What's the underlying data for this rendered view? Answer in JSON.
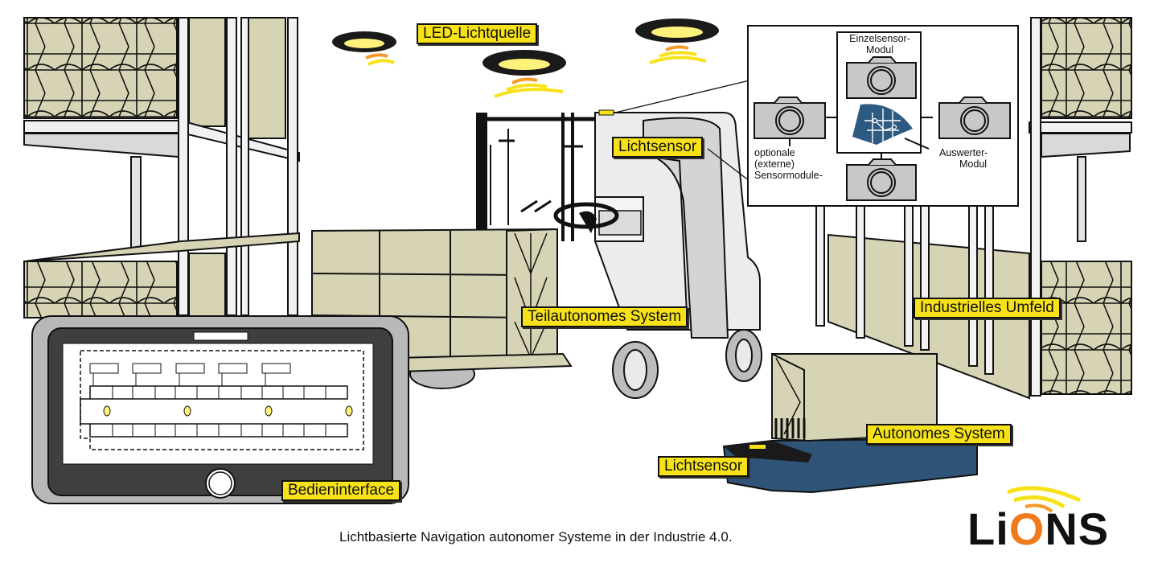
{
  "title": "Lichtbasierte Navigation autonomer Systeme in der Industrie 4.0.",
  "labels": {
    "led_light_source": "LED-Lichtquelle",
    "light_sensor_forklift": "Lichtsensor",
    "semi_autonomous_system": "Teilautonomes System",
    "industrial_environment": "Industrielles Umfeld",
    "autonomous_system": "Autonomes System",
    "light_sensor_agv": "Lichtsensor",
    "operator_interface": "Bedieninterface"
  },
  "inset": {
    "single_sensor_module_line1": "Einzelsensor-",
    "single_sensor_module_line2": "Modul",
    "optional_line1": "optionale",
    "optional_line2": "(externe)",
    "optional_line3": "Sensormodule-",
    "evaluation_line1": "Auswerter-",
    "evaluation_line2": "Modul"
  },
  "logo": {
    "part1": "Li",
    "part2": "O",
    "part3": "NS"
  },
  "colors": {
    "label_bg": "#f7e21a",
    "box_fill": "#d6d4b4",
    "agv_blue": "#2f5478",
    "chip_blue": "#2c5a80",
    "light_yellow": "#fff27a",
    "wave_orange": "#f59a2a",
    "wave_yellow": "#f7e21a",
    "logo_orange": "#f07a1a"
  }
}
